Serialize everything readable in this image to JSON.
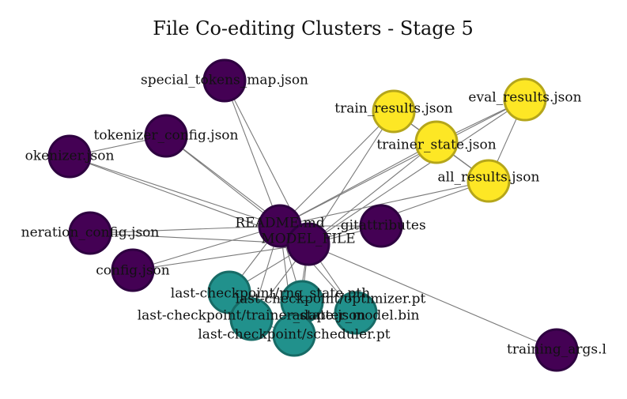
{
  "title": "File Co-editing Clusters - Stage 5",
  "clusters": {
    "purple": {
      "fill": "#440154",
      "stroke": "#2e0140"
    },
    "teal": {
      "fill": "#21918c",
      "stroke": "#176b66"
    },
    "yellow": {
      "fill": "#fde725",
      "stroke": "#b5a61a"
    }
  },
  "nodes": [
    {
      "id": "special_tokens_map",
      "label": "special_tokens_map.json",
      "cluster": "purple"
    },
    {
      "id": "tokenizer_config",
      "label": "tokenizer_config.json",
      "cluster": "purple"
    },
    {
      "id": "tokenizer",
      "label": "okenizer.json",
      "cluster": "purple"
    },
    {
      "id": "generation_config",
      "label": "neration_config.json",
      "cluster": "purple"
    },
    {
      "id": "config",
      "label": "config.json",
      "cluster": "purple"
    },
    {
      "id": "readme",
      "label": "README.md",
      "cluster": "purple"
    },
    {
      "id": "model_file",
      "label": "MODEL_FILE",
      "cluster": "purple"
    },
    {
      "id": "gitattributes",
      "label": ".gitattributes",
      "cluster": "purple"
    },
    {
      "id": "training_args",
      "label": "training_args.l",
      "cluster": "purple"
    },
    {
      "id": "train_results",
      "label": "train_results.json",
      "cluster": "yellow"
    },
    {
      "id": "eval_results",
      "label": "eval_results.json",
      "cluster": "yellow"
    },
    {
      "id": "trainer_state",
      "label": "trainer_state.json",
      "cluster": "yellow"
    },
    {
      "id": "all_results",
      "label": "all_results.json",
      "cluster": "yellow"
    },
    {
      "id": "ckpt_rng",
      "label": "last-checkpoint/rng_state.pth",
      "cluster": "teal"
    },
    {
      "id": "ckpt_optimizer",
      "label": "last-checkpoint/optimizer.pt",
      "cluster": "teal"
    },
    {
      "id": "ckpt_trainer_state",
      "label": "last-checkpoint/trainer_state.json",
      "cluster": "teal"
    },
    {
      "id": "ckpt_adapter",
      "label": "adapter_model.bin",
      "cluster": "teal"
    },
    {
      "id": "ckpt_scheduler",
      "label": "last-checkpoint/scheduler.pt",
      "cluster": "teal"
    }
  ],
  "edges": [
    [
      "special_tokens_map",
      "readme"
    ],
    [
      "special_tokens_map",
      "model_file"
    ],
    [
      "tokenizer_config",
      "readme"
    ],
    [
      "tokenizer_config",
      "model_file"
    ],
    [
      "tokenizer",
      "readme"
    ],
    [
      "tokenizer",
      "model_file"
    ],
    [
      "tokenizer",
      "tokenizer_config"
    ],
    [
      "generation_config",
      "readme"
    ],
    [
      "generation_config",
      "model_file"
    ],
    [
      "config",
      "readme"
    ],
    [
      "config",
      "model_file"
    ],
    [
      "gitattributes",
      "readme"
    ],
    [
      "gitattributes",
      "model_file"
    ],
    [
      "training_args",
      "model_file"
    ],
    [
      "train_results",
      "readme"
    ],
    [
      "train_results",
      "model_file"
    ],
    [
      "train_results",
      "trainer_state"
    ],
    [
      "train_results",
      "all_results"
    ],
    [
      "eval_results",
      "trainer_state"
    ],
    [
      "eval_results",
      "all_results"
    ],
    [
      "eval_results",
      "readme"
    ],
    [
      "eval_results",
      "model_file"
    ],
    [
      "trainer_state",
      "all_results"
    ],
    [
      "trainer_state",
      "readme"
    ],
    [
      "trainer_state",
      "model_file"
    ],
    [
      "all_results",
      "readme"
    ],
    [
      "all_results",
      "model_file"
    ],
    [
      "ckpt_rng",
      "readme"
    ],
    [
      "ckpt_rng",
      "model_file"
    ],
    [
      "ckpt_optimizer",
      "readme"
    ],
    [
      "ckpt_optimizer",
      "model_file"
    ],
    [
      "ckpt_trainer_state",
      "readme"
    ],
    [
      "ckpt_trainer_state",
      "model_file"
    ],
    [
      "ckpt_adapter",
      "readme"
    ],
    [
      "ckpt_adapter",
      "model_file"
    ],
    [
      "ckpt_scheduler",
      "readme"
    ],
    [
      "ckpt_scheduler",
      "model_file"
    ],
    [
      "ckpt_rng",
      "ckpt_optimizer"
    ],
    [
      "ckpt_trainer_state",
      "ckpt_scheduler"
    ]
  ]
}
